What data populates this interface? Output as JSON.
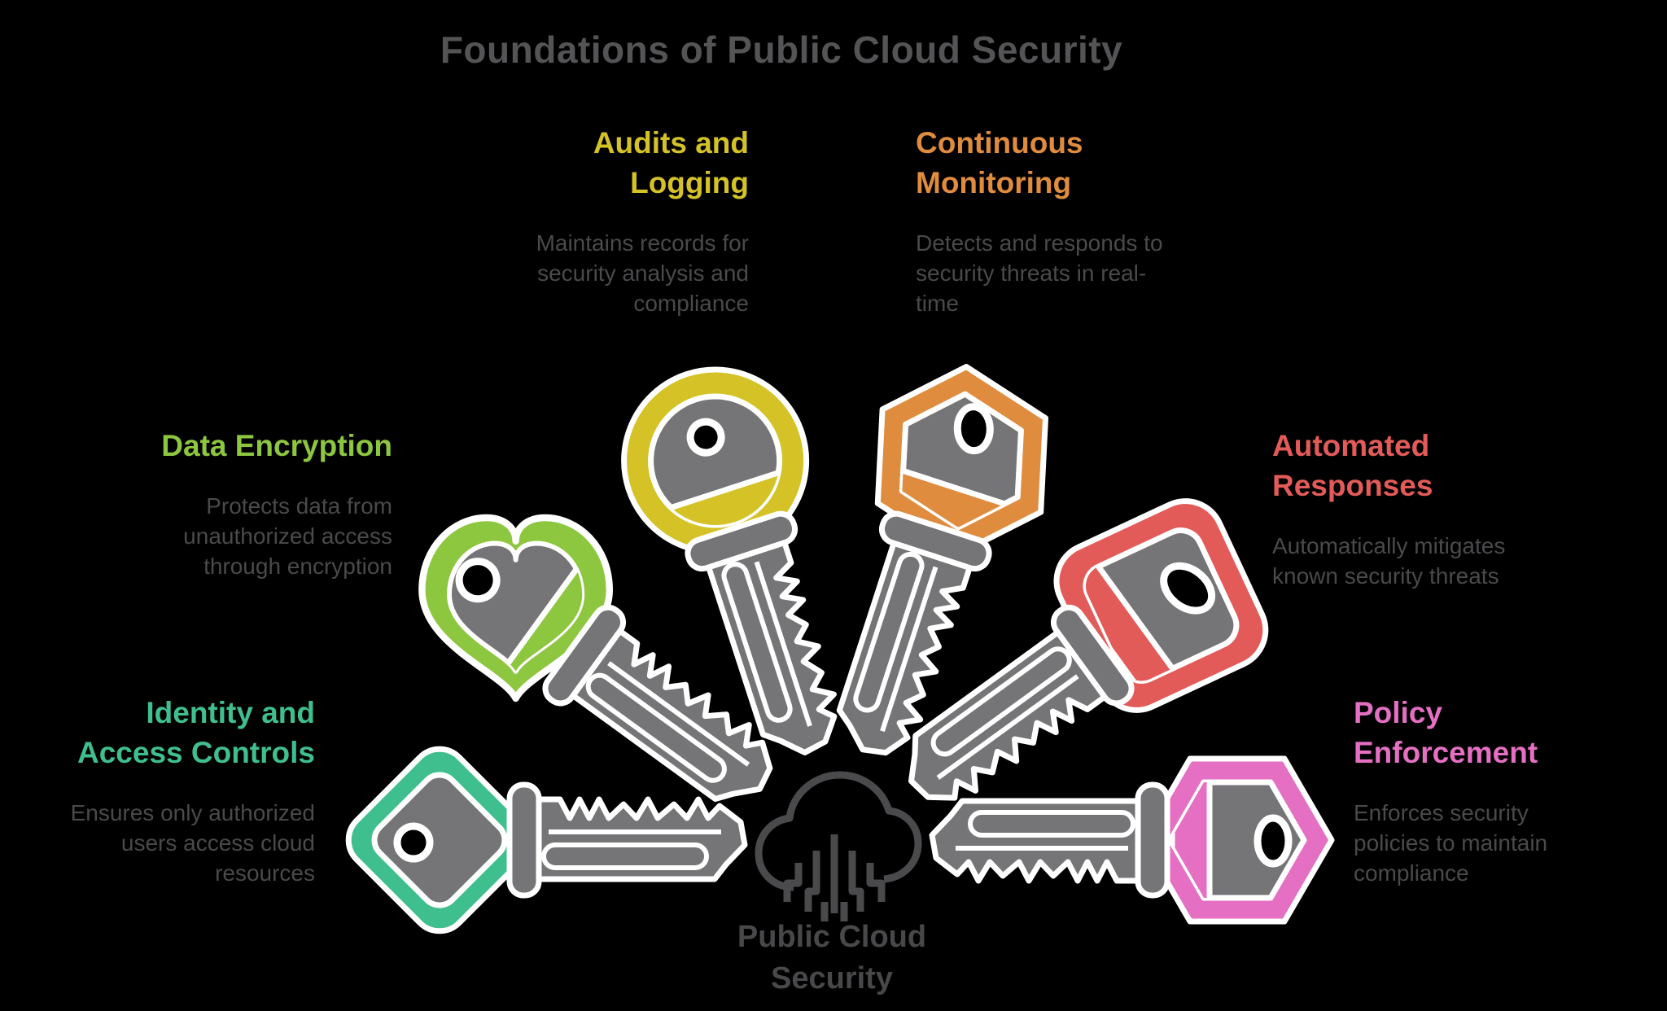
{
  "title": {
    "text": "Foundations of Public Cloud Security",
    "color": "#545457"
  },
  "center": {
    "label": "Public Cloud\nSecurity",
    "icon": "cloud-with-circuit-lines-icon",
    "color": "#48484b"
  },
  "colors": {
    "background": "#000000",
    "key_body_gray": "#757577",
    "key_outline": "#ffffff",
    "description_text": "#4a4a4d"
  },
  "items": [
    {
      "id": "audits-and-logging",
      "label": "Audits and\nLogging",
      "description": "Maintains records for\nsecurity analysis and\ncompliance",
      "color": "#d4c227",
      "key_head": "circle"
    },
    {
      "id": "continuous-monitoring",
      "label": "Continuous\nMonitoring",
      "description": "Detects and responds to\nsecurity threats in real-\ntime",
      "color": "#e08c3e",
      "key_head": "hexagon"
    },
    {
      "id": "data-encryption",
      "label": "Data Encryption",
      "description": "Protects data from\nunauthorized access\nthrough encryption",
      "color": "#8dc63f",
      "key_head": "clover"
    },
    {
      "id": "automated-responses",
      "label": "Automated\nResponses",
      "description": "Automatically mitigates\nknown security threats",
      "color": "#e25b58",
      "key_head": "rounded-square"
    },
    {
      "id": "identity-and-access-controls",
      "label": "Identity and\nAccess Controls",
      "description": "Ensures only authorized\nusers access cloud\nresources",
      "color": "#40bf8e",
      "key_head": "diamond"
    },
    {
      "id": "policy-enforcement",
      "label": "Policy\nEnforcement",
      "description": "Enforces security\npolicies to maintain\ncompliance",
      "color": "#e56fc3",
      "key_head": "hexagon-pointy"
    }
  ]
}
